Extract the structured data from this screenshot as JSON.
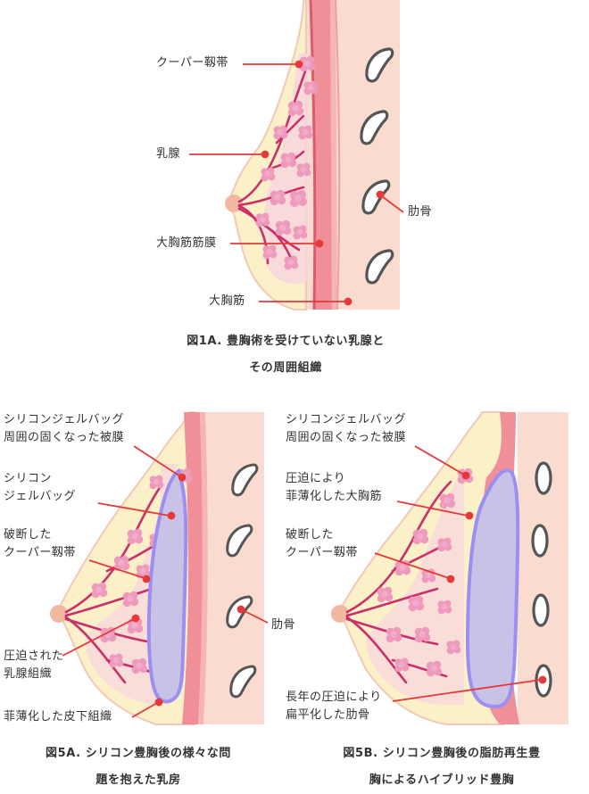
{
  "colors": {
    "skin": "#f9dccf",
    "fat": "#fbf0c8",
    "muscle": "#f08f97",
    "fascia": "#dc5b6b",
    "gland": "#ee9abc",
    "duct": "#c9306a",
    "implant_fill": "#c7c2e6",
    "implant_stroke": "#9d8ff0",
    "pointer": "#e53939",
    "rib_stroke": "#555555"
  },
  "figure1": {
    "labels": {
      "cooper": "クーパー靱帯",
      "gland": "乳腺",
      "fascia": "大胸筋筋膜",
      "muscle": "大胸筋",
      "rib": "肋骨"
    },
    "caption": [
      "図1A. 豊胸術を受けていない乳腺と",
      "その周囲組織"
    ]
  },
  "figure5a": {
    "labels": {
      "capsule": [
        "シリコンジェルバッグ",
        "周囲の固くなった被膜"
      ],
      "implant": [
        "シリコン",
        "ジェルバッグ"
      ],
      "cooper": [
        "破断した",
        "クーパー靱帯"
      ],
      "gland": [
        "圧迫された",
        "乳腺組織"
      ],
      "subcut": "菲薄化した皮下組織",
      "rib": "肋骨"
    },
    "caption": [
      "図5A. シリコン豊胸後の様々な問",
      "題を抱えた乳房"
    ]
  },
  "figure5b": {
    "labels": {
      "capsule": [
        "シリコンジェルバッグ",
        "周囲の固くなった被膜"
      ],
      "muscle": [
        "圧迫により",
        "菲薄化した大胸筋"
      ],
      "cooper": [
        "破断した",
        "クーパー靱帯"
      ],
      "rib": [
        "長年の圧迫により",
        "扁平化した肋骨"
      ]
    },
    "caption": [
      "図5B. シリコン豊胸後の脂肪再生豊",
      "胸によるハイブリッド豊胸"
    ]
  }
}
